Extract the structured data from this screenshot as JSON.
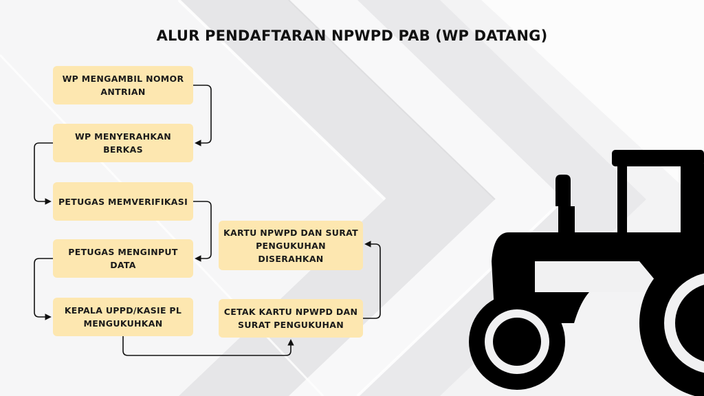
{
  "title": "ALUR PENDAFTARAN NPWPD PAB (WP DATANG)",
  "steps": [
    {
      "label": "WP MENGAMBIL NOMOR ANTRIAN"
    },
    {
      "label": "WP MENYERAHKAN BERKAS"
    },
    {
      "label": "PETUGAS MEMVERIFIKASI"
    },
    {
      "label": "PETUGAS MENGINPUT DATA"
    },
    {
      "label": "KEPALA UPPD/KASIE PL MENGUKUHKAN"
    },
    {
      "label": "CETAK KARTU NPWPD DAN SURAT PENGUKUHAN"
    },
    {
      "label": "KARTU NPWPD DAN SURAT PENGUKUHAN DISERAHKAN"
    }
  ],
  "illustration": {
    "icon": "tractor-icon"
  },
  "colors": {
    "box": "#fde7b0",
    "text": "#1a1a1a",
    "arrow": "#111111",
    "tractor": "#000000"
  }
}
